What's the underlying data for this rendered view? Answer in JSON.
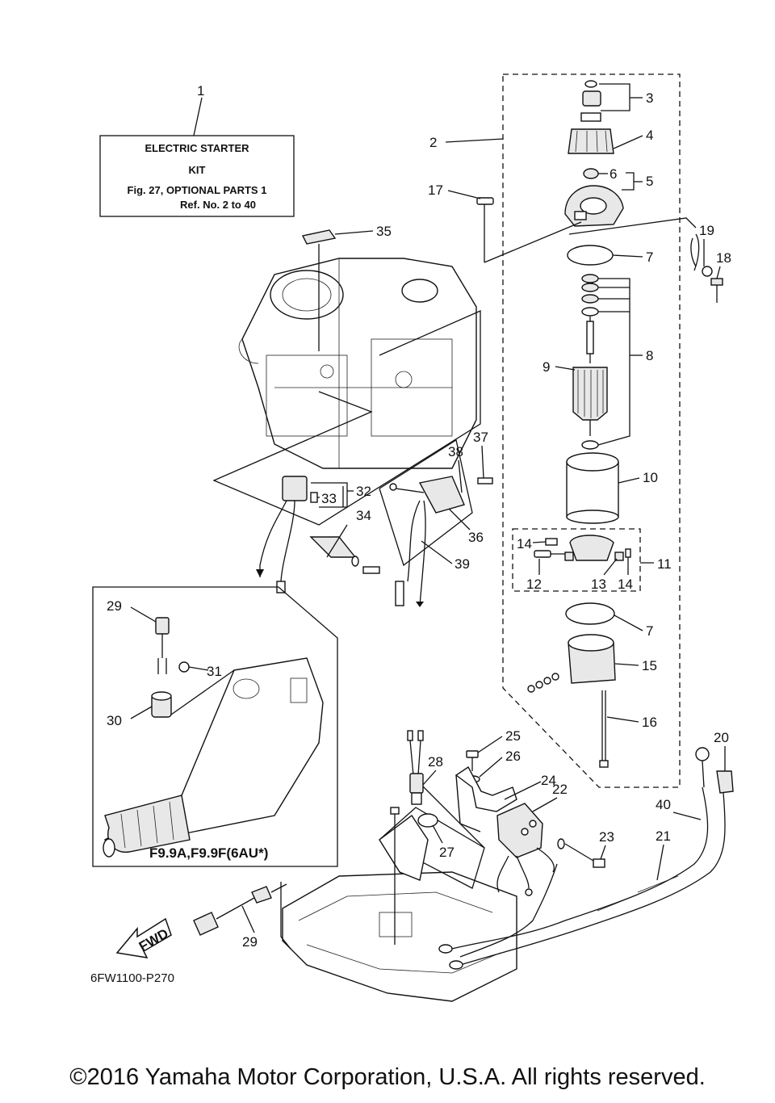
{
  "kit_box": {
    "line1": "ELECTRIC STARTER",
    "line2": "KIT",
    "line3": "Fig. 27, OPTIONAL PARTS 1",
    "line4": "Ref. No. 2 to 40"
  },
  "variant_label": "F9.9A,F9.9F(6AU*)",
  "direction_label": "FWD",
  "diagram_code": "6FW1100-P270",
  "copyright": "©2016 Yamaha Motor Corporation, U.S.A. All rights reserved.",
  "callouts": {
    "c1": "1",
    "c2": "2",
    "c3": "3",
    "c4": "4",
    "c5": "5",
    "c6": "6",
    "c7a": "7",
    "c7b": "7",
    "c8": "8",
    "c9": "9",
    "c10": "10",
    "c11": "11",
    "c12": "12",
    "c13": "13",
    "c14a": "14",
    "c14b": "14",
    "c15": "15",
    "c16": "16",
    "c17": "17",
    "c18": "18",
    "c19": "19",
    "c20": "20",
    "c21": "21",
    "c22": "22",
    "c23": "23",
    "c24": "24",
    "c25": "25",
    "c26": "26",
    "c27": "27",
    "c28": "28",
    "c29a": "29",
    "c29b": "29",
    "c30": "30",
    "c31": "31",
    "c32": "32",
    "c33": "33",
    "c34": "34",
    "c35": "35",
    "c36": "36",
    "c37": "37",
    "c38": "38",
    "c39": "39",
    "c40": "40"
  }
}
